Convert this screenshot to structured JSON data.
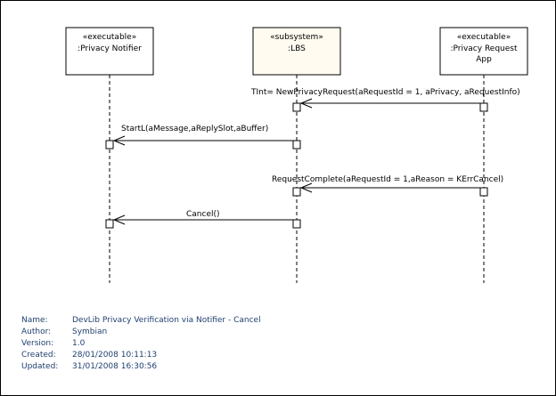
{
  "lifelines": [
    {
      "stereotype": "«executable»",
      "name": ":Privacy Notifier",
      "fill": "#ffffff"
    },
    {
      "stereotype": "«subsystem»",
      "name": ":LBS",
      "fill": "#fffbf0"
    },
    {
      "stereotype": "«executable»",
      "name": ":Privacy Request",
      "name2": "App",
      "fill": "#ffffff"
    }
  ],
  "messages": [
    {
      "label": "TInt= NewPrivacyRequest(aRequestId = 1, aPrivacy, aRequestInfo)",
      "from": 2,
      "to": 1
    },
    {
      "label": "StartL(aMessage,aReplySlot,aBuffer)",
      "from": 1,
      "to": 0
    },
    {
      "label": "RequestComplete(aRequestId = 1,aReason = KErrCancel)",
      "from": 2,
      "to": 1
    },
    {
      "label": "Cancel()",
      "from": 1,
      "to": 0
    }
  ],
  "metadata": [
    {
      "key": "Name:",
      "value": "DevLib Privacy Verification via Notifier - Cancel"
    },
    {
      "key": "Author:",
      "value": "Symbian"
    },
    {
      "key": "Version:",
      "value": "1.0"
    },
    {
      "key": "Created:",
      "value": "28/01/2008 10:11:13"
    },
    {
      "key": "Updated:",
      "value": "31/01/2008 16:30:56"
    }
  ]
}
